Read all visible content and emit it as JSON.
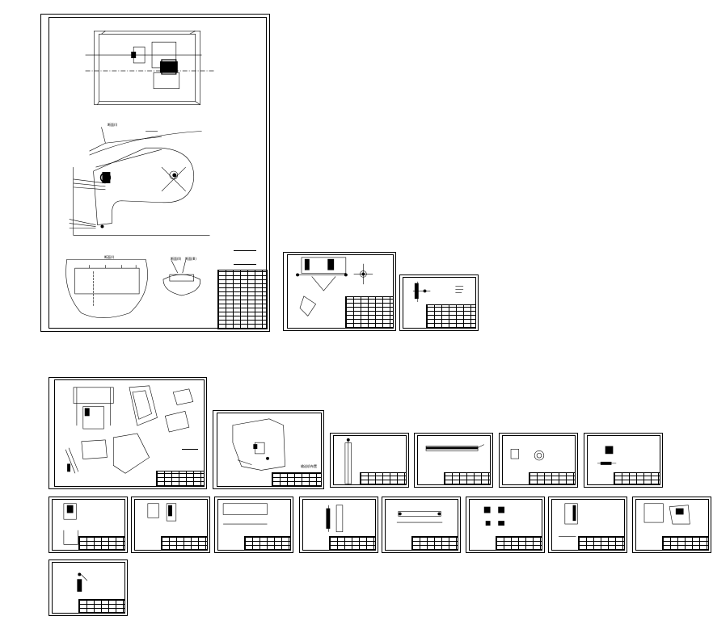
{
  "drawing_set": {
    "labels": {
      "section_a": "断面(Ⅰ)",
      "section_b": "断面(Ⅱ)",
      "section_c": "断面(Ⅲ)",
      "layout_note": "输送机布置"
    },
    "colors": {
      "line": "#000000",
      "paper": "#ffffff"
    }
  }
}
